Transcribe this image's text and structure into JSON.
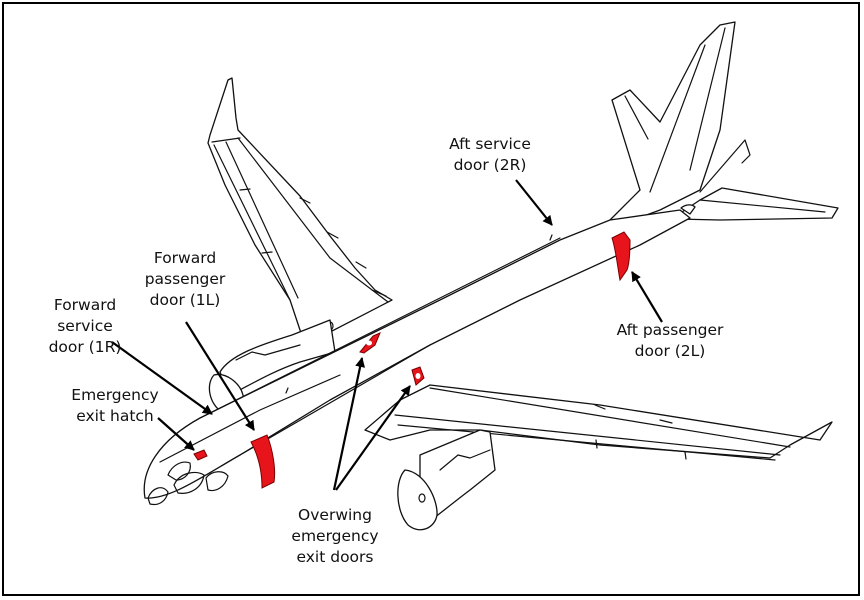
{
  "diagram": {
    "subject": "Aircraft door and exit locations",
    "colors": {
      "door_fill": "#e8141b",
      "line": "#111111",
      "arrow": "#000000",
      "background": "#ffffff"
    },
    "labels": {
      "forward_service_door": "Forward\nservice\ndoor (1R)",
      "forward_passenger_door": "Forward\npassenger\ndoor (1L)",
      "emergency_exit_hatch": "Emergency\nexit hatch",
      "aft_service_door": "Aft service\ndoor (2R)",
      "aft_passenger_door": "Aft passenger\ndoor (2L)",
      "overwing_exit_doors": "Overwing\nemergency\nexit doors"
    }
  }
}
